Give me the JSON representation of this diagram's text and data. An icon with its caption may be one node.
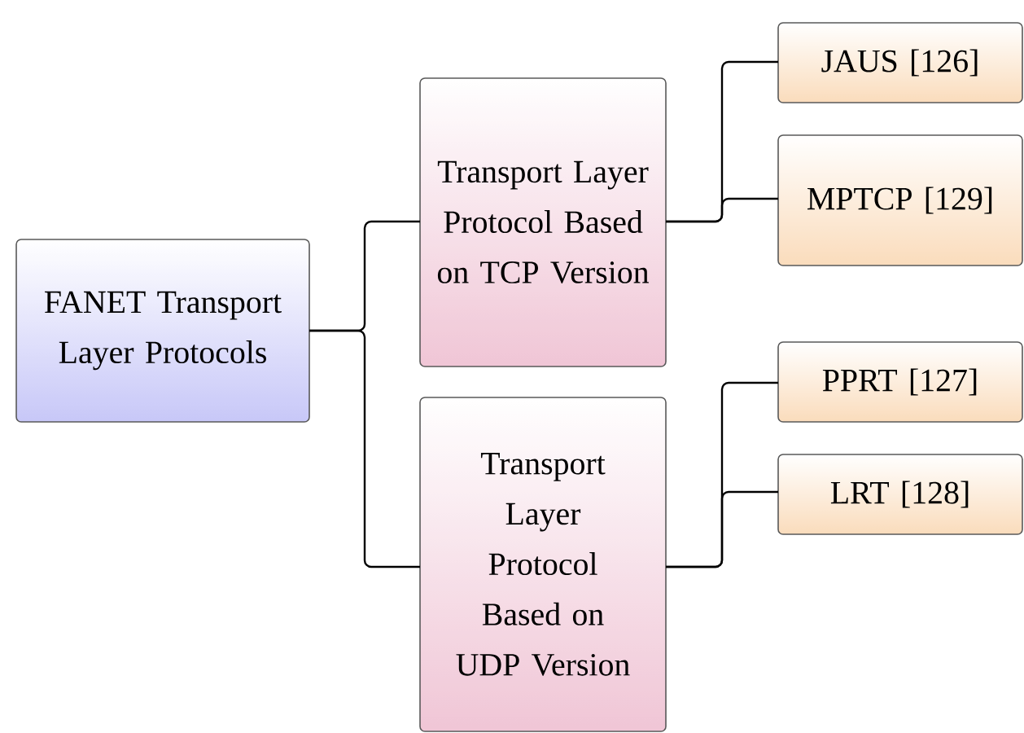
{
  "diagram": {
    "nodes": [
      {
        "text": [
          "FANET Transport Layer Protocols"
        ]
      },
      {
        "text": [
          "Transport Layer Protocol Based on TCP Version"
        ]
      },
      {
        "text": [
          "Transport Layer Protocol Based on UDP Version"
        ]
      },
      {
        "text": [
          "JAUS [126]"
        ]
      },
      {
        "text": [
          "MPTCP [129]"
        ]
      },
      {
        "text": [
          "PPRT [127]"
        ]
      },
      {
        "text": [
          "LRT [128]"
        ]
      }
    ],
    "edges": [
      {
        "from": 0,
        "to": 1,
        "arrow": "none"
      },
      {
        "from": 0,
        "to": 2,
        "arrow": "none"
      },
      {
        "from": 1,
        "to": 3,
        "arrow": "none"
      },
      {
        "from": 1,
        "to": 4,
        "arrow": "none"
      },
      {
        "from": 2,
        "to": 5,
        "arrow": "none"
      },
      {
        "from": 2,
        "to": 6,
        "arrow": "none"
      }
    ]
  }
}
